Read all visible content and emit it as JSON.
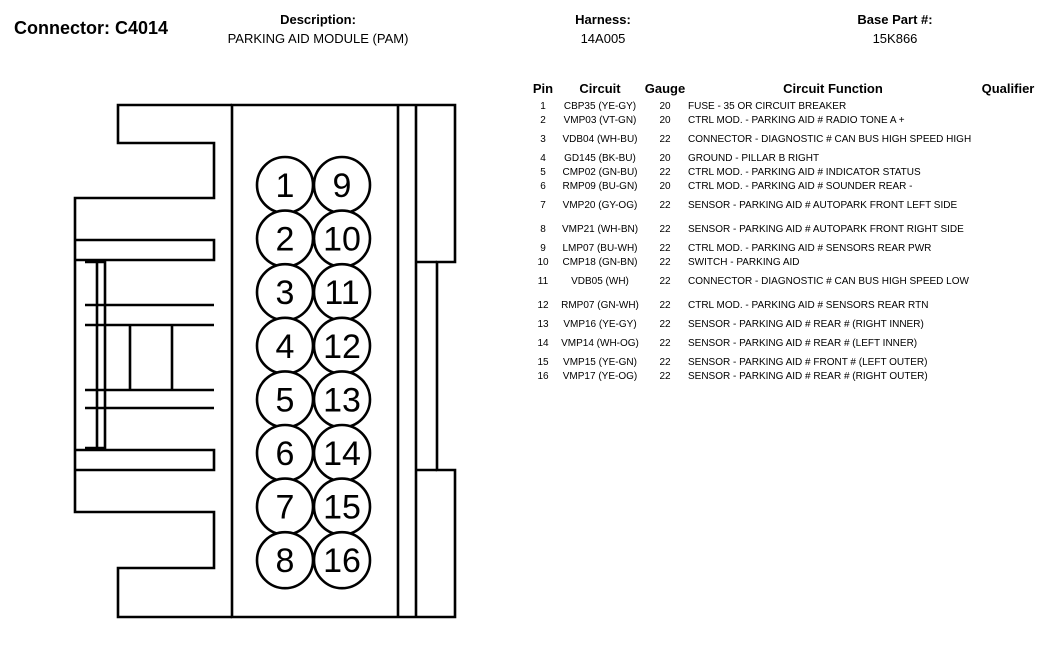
{
  "header": {
    "connector": "Connector: C4014",
    "description_label": "Description:",
    "description": "PARKING AID MODULE (PAM)",
    "harness_label": "Harness:",
    "harness": "14A005",
    "base_part_label": "Base Part #:",
    "base_part": "15K866"
  },
  "table": {
    "columns": [
      "Pin",
      "Circuit",
      "Gauge",
      "Circuit Function",
      "Qualifier"
    ],
    "rows": [
      {
        "pin": "1",
        "circuit": "CBP35 (YE-GY)",
        "gauge": "20",
        "function": "FUSE - 35 OR CIRCUIT BREAKER",
        "qualifier": ""
      },
      {
        "pin": "2",
        "circuit": "VMP03 (VT-GN)",
        "gauge": "20",
        "function": "CTRL MOD. - PARKING AID # RADIO TONE A +",
        "qualifier": ""
      },
      {
        "pin": "3",
        "circuit": "VDB04 (WH-BU)",
        "gauge": "22",
        "function": "CONNECTOR - DIAGNOSTIC # CAN BUS HIGH SPEED HIGH",
        "qualifier": ""
      },
      {
        "pin": "4",
        "circuit": "GD145 (BK-BU)",
        "gauge": "20",
        "function": "GROUND - PILLAR B RIGHT",
        "qualifier": ""
      },
      {
        "pin": "5",
        "circuit": "CMP02 (GN-BU)",
        "gauge": "22",
        "function": "CTRL MOD. - PARKING AID # INDICATOR STATUS",
        "qualifier": ""
      },
      {
        "pin": "6",
        "circuit": "RMP09 (BU-GN)",
        "gauge": "20",
        "function": "CTRL MOD. - PARKING AID # SOUNDER REAR -",
        "qualifier": ""
      },
      {
        "pin": "7",
        "circuit": "VMP20 (GY-OG)",
        "gauge": "22",
        "function": "SENSOR - PARKING AID # AUTOPARK FRONT LEFT SIDE",
        "qualifier": ""
      },
      {
        "pin": "8",
        "circuit": "VMP21 (WH-BN)",
        "gauge": "22",
        "function": "SENSOR - PARKING AID # AUTOPARK FRONT RIGHT SIDE",
        "qualifier": ""
      },
      {
        "pin": "9",
        "circuit": "LMP07 (BU-WH)",
        "gauge": "22",
        "function": "CTRL MOD. - PARKING AID # SENSORS REAR PWR",
        "qualifier": ""
      },
      {
        "pin": "10",
        "circuit": "CMP18 (GN-BN)",
        "gauge": "22",
        "function": "SWITCH - PARKING AID",
        "qualifier": ""
      },
      {
        "pin": "11",
        "circuit": "VDB05 (WH)",
        "gauge": "22",
        "function": "CONNECTOR - DIAGNOSTIC # CAN BUS HIGH SPEED LOW",
        "qualifier": ""
      },
      {
        "pin": "12",
        "circuit": "RMP07 (GN-WH)",
        "gauge": "22",
        "function": "CTRL MOD. - PARKING AID # SENSORS REAR RTN",
        "qualifier": ""
      },
      {
        "pin": "13",
        "circuit": "VMP16 (YE-GY)",
        "gauge": "22",
        "function": "SENSOR - PARKING AID # REAR # (RIGHT INNER)",
        "qualifier": ""
      },
      {
        "pin": "14",
        "circuit": "VMP14 (WH-OG)",
        "gauge": "22",
        "function": "SENSOR - PARKING AID # REAR # (LEFT INNER)",
        "qualifier": ""
      },
      {
        "pin": "15",
        "circuit": "VMP15 (YE-GN)",
        "gauge": "22",
        "function": "SENSOR - PARKING AID # FRONT # (LEFT OUTER)",
        "qualifier": ""
      },
      {
        "pin": "16",
        "circuit": "VMP17 (YE-OG)",
        "gauge": "22",
        "function": "SENSOR - PARKING AID # REAR # (RIGHT OUTER)",
        "qualifier": ""
      }
    ]
  },
  "connector_pins": {
    "left": [
      "1",
      "2",
      "3",
      "4",
      "5",
      "6",
      "7",
      "8"
    ],
    "right": [
      "9",
      "10",
      "11",
      "12",
      "13",
      "14",
      "15",
      "16"
    ]
  }
}
